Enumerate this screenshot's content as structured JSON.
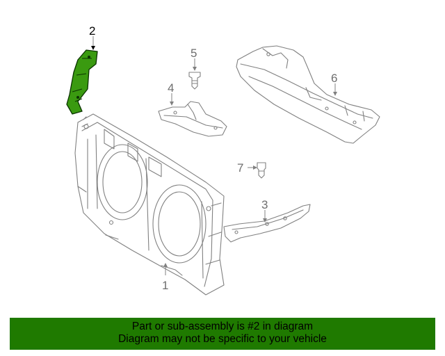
{
  "callouts": [
    {
      "id": "1",
      "label": "1"
    },
    {
      "id": "2",
      "label": "2"
    },
    {
      "id": "3",
      "label": "3"
    },
    {
      "id": "4",
      "label": "4"
    },
    {
      "id": "5",
      "label": "5"
    },
    {
      "id": "6",
      "label": "6"
    },
    {
      "id": "7",
      "label": "7"
    }
  ],
  "highlighted_part": "2",
  "colors": {
    "highlight": "#1f7a00",
    "banner": "#1f7a00",
    "line": "#808080"
  },
  "banner": {
    "line1": "Part or sub-assembly is #2 in diagram",
    "line2": "Diagram may not be specific to your vehicle"
  }
}
